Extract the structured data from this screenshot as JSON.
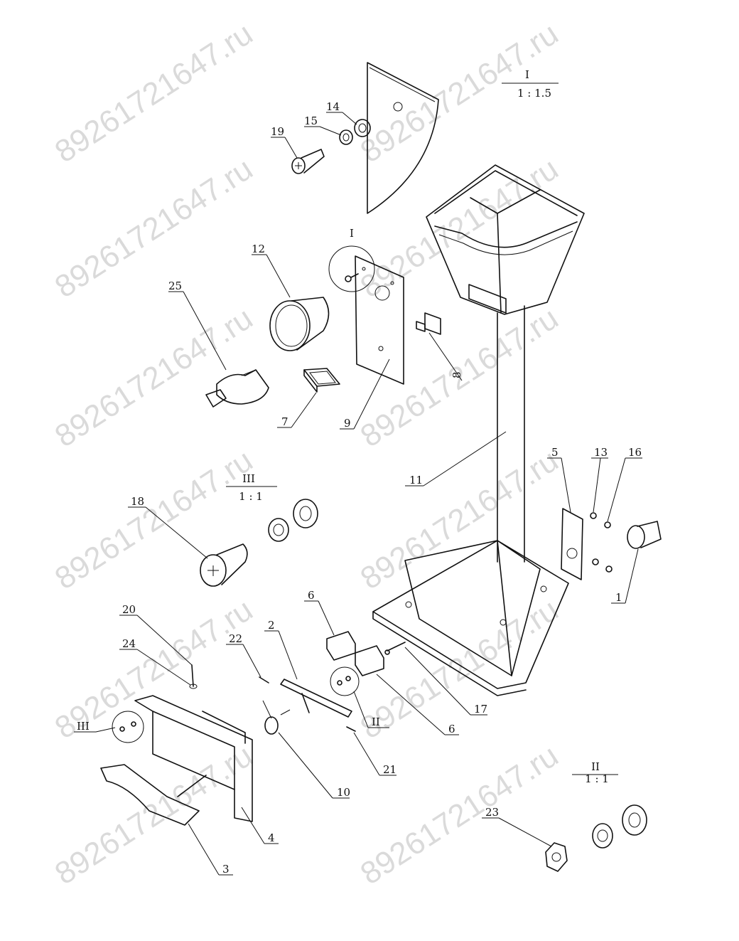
{
  "watermark": "89261721647.ru",
  "callouts": {
    "p1": "1",
    "p2": "2",
    "p3": "3",
    "p4": "4",
    "p5": "5",
    "p6a": "6",
    "p6b": "6",
    "p7": "7",
    "p8": "8",
    "p9": "9",
    "p10": "10",
    "p11": "11",
    "p12": "12",
    "p13": "13",
    "p14": "14",
    "p15": "15",
    "p16": "16",
    "p17": "17",
    "p18": "18",
    "p19": "19",
    "p20": "20",
    "p21": "21",
    "p22": "22",
    "p23": "23",
    "p24": "24",
    "p25": "25"
  },
  "details": {
    "I": {
      "name": "I",
      "scale": "1 : 1.5"
    },
    "II": {
      "name": "II",
      "scale": "1 : 1"
    },
    "III": {
      "name": "III",
      "scale": "1 : 1"
    }
  },
  "detail_markers": {
    "m1": "I",
    "m2": "II",
    "m3": "III"
  }
}
